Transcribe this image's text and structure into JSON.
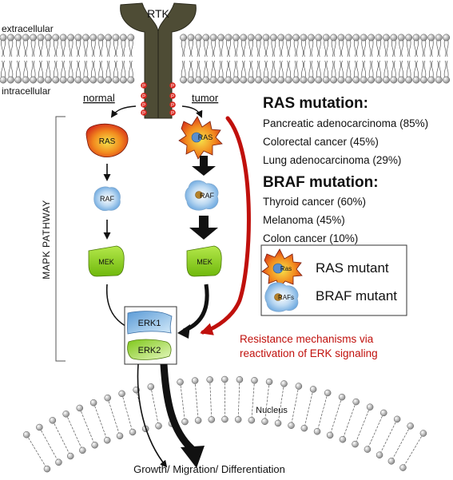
{
  "membrane": {
    "receptor": "RTK",
    "outside": "extracellular",
    "inside": "intracellular"
  },
  "branches": {
    "normal": "normal",
    "tumor": "tumor"
  },
  "side_label": "MAPK PATHWAY",
  "proteins": {
    "ras": "RAS",
    "raf": "RAF",
    "mek": "MEK",
    "erk1": "ERK1",
    "erk2": "ERK2"
  },
  "phospho": "P",
  "ras_mutation": {
    "heading": "RAS mutation:",
    "items": [
      "Pancreatic adenocarcinoma (85%)",
      "Colorectal cancer (45%)",
      "Lung adenocarcinoma (29%)"
    ]
  },
  "braf_mutation": {
    "heading": "BRAF mutation:",
    "items": [
      "Thyroid cancer (60%)",
      "Melanoma (45%)",
      "Colon cancer (10%)"
    ]
  },
  "legend": {
    "ras_icon": "Ras",
    "ras_text": "RAS mutant",
    "raf_icon": "RAFs",
    "raf_text": "BRAF mutant"
  },
  "resistance": [
    "Resistance mechanisms via",
    "reactivation of ERK signaling"
  ],
  "nucleus": "Nucleus",
  "outcome": "Growth/ Migration/ Differentiation",
  "colors": {
    "red": "#c0100c",
    "green": "#8fd21a",
    "blue": "#7fb6e6",
    "ras_orange": "#e85a16",
    "receptor": "#4e4c35"
  }
}
